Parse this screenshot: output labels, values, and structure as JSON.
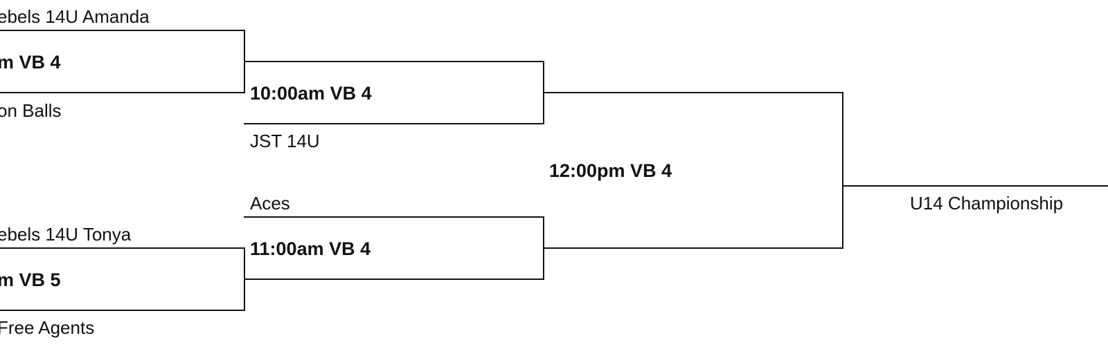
{
  "round1": {
    "top": {
      "team_a": "ebels 14U Amanda",
      "game": "m VB 4",
      "team_b": "on Balls"
    },
    "bottom": {
      "team_a": "ebels 14U Tonya",
      "game": "m VB 5",
      "team_b": "Free Agents"
    }
  },
  "round2": {
    "top": {
      "game": "10:00am VB 4",
      "team_b": "JST 14U"
    },
    "bottom": {
      "team_a": "Aces",
      "game": "11:00am VB 4"
    }
  },
  "round3": {
    "game": "12:00pm VB 4"
  },
  "final": {
    "label": "U14 Championship"
  }
}
